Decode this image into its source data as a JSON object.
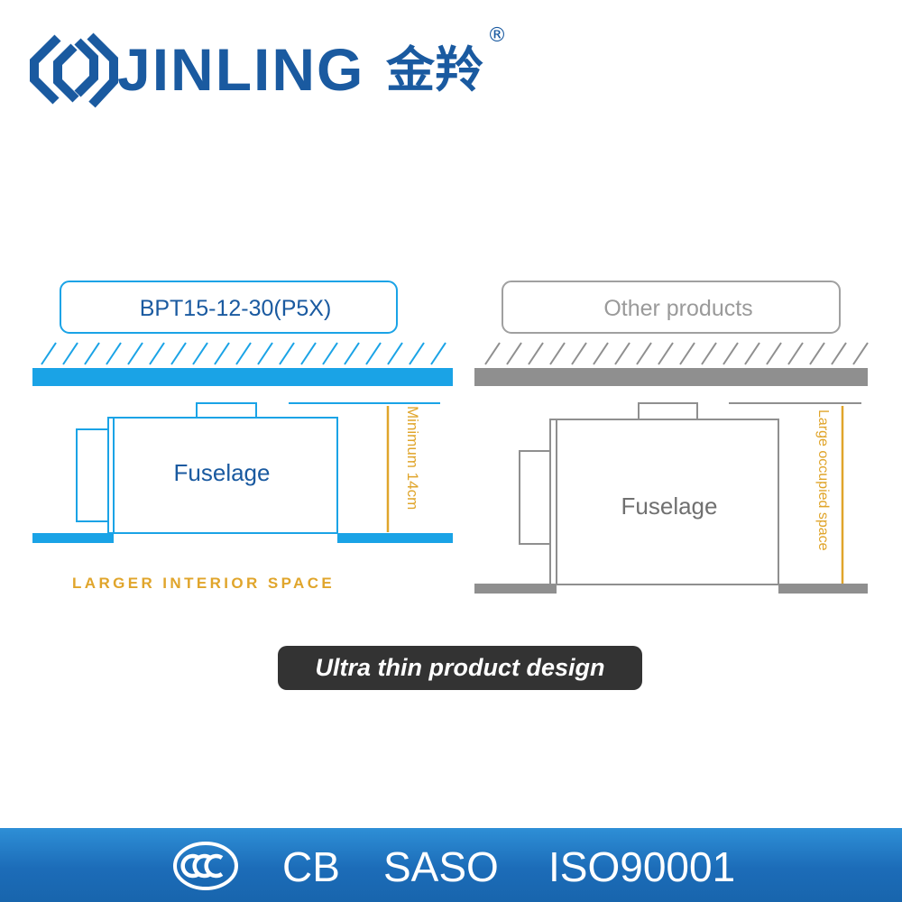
{
  "brand": {
    "name": "JINLING",
    "name_cn": "金羚",
    "registered_mark": "®",
    "logo_icon": "jinling-double-bracket-logo"
  },
  "left_panel": {
    "model_label": "BPT15-12-30(P5X)",
    "body_label": "Fuselage",
    "dimension_label": "Minimum 14cm",
    "caption": "Larger interior space",
    "caption_display": "LARGER INTERIOR SPACE",
    "accent_color": "#1aa3e6"
  },
  "right_panel": {
    "label": "Other products",
    "body_label": "Fuselage",
    "dimension_label": "Large occupied space",
    "accent_color": "#8f8f8f"
  },
  "colors": {
    "brand_blue": "#1a5aa0",
    "dimension_orange": "#e0a52b",
    "banner_bg": "#333333",
    "footer_blue": "#1c6cb8"
  },
  "banner": {
    "text": "Ultra thin product design"
  },
  "footer": {
    "cert_icon": "ccc-certification-icon",
    "certifications": [
      "CB",
      "SASO",
      "ISO90001"
    ]
  }
}
